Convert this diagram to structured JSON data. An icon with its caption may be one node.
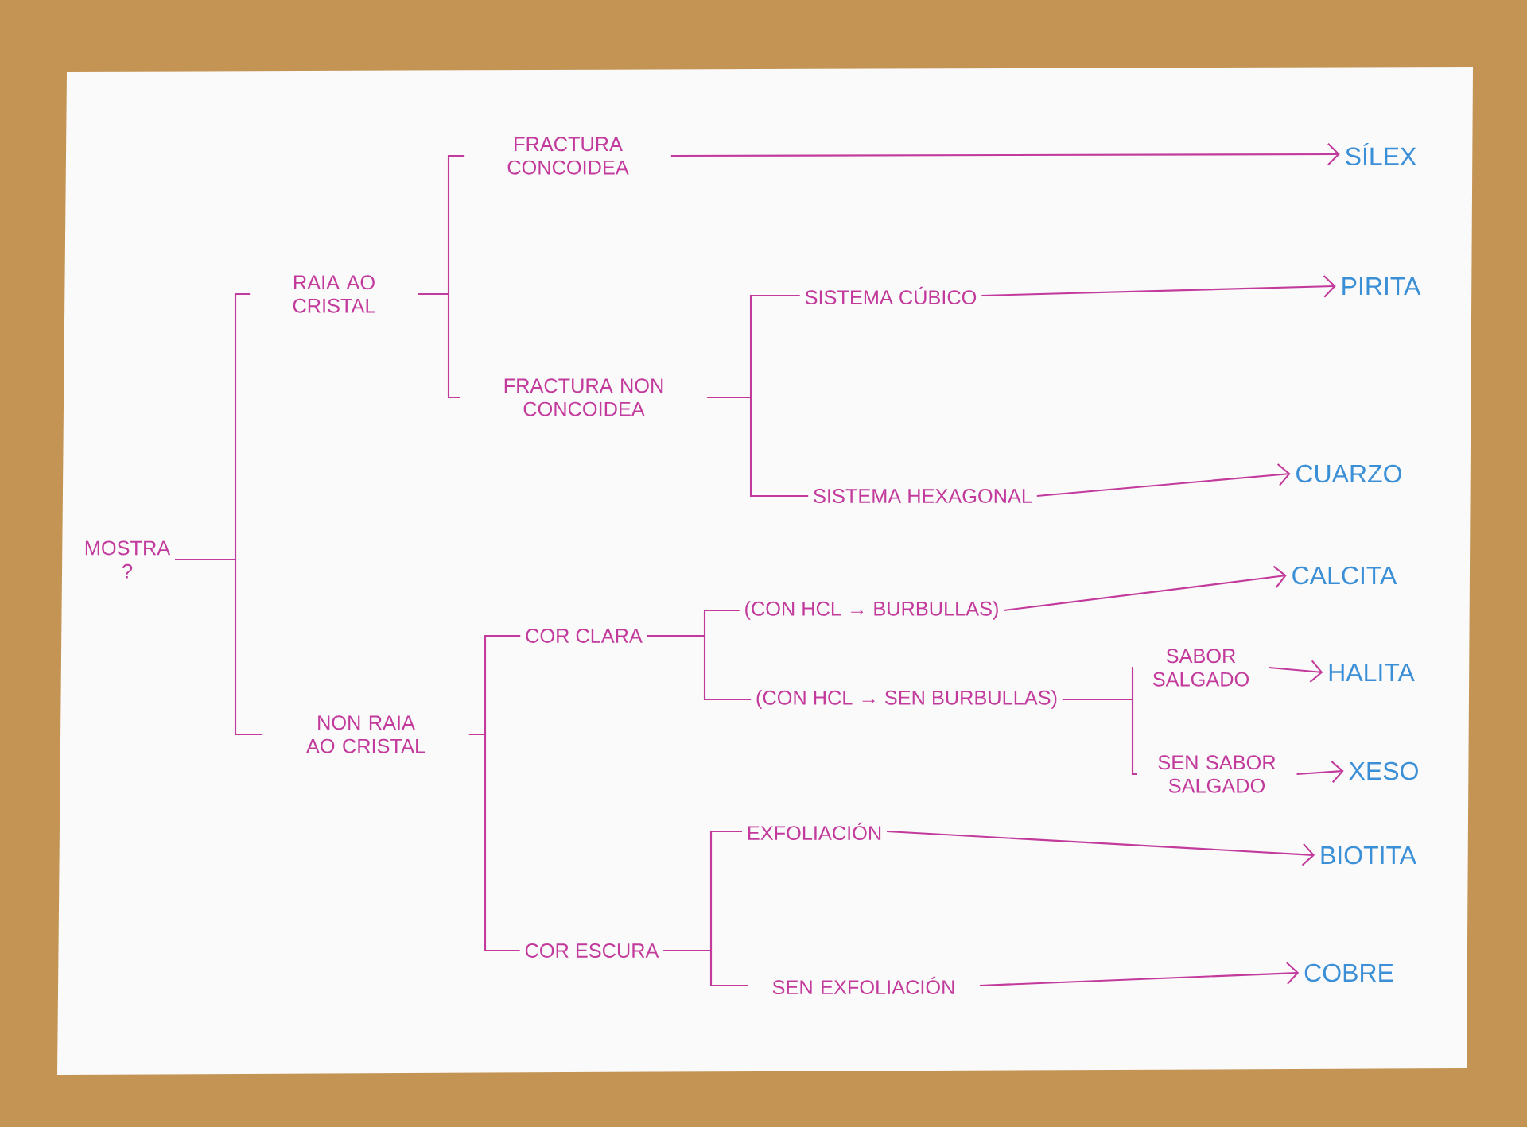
{
  "diagram": {
    "nodes": [
      {
        "text": [
          "MOSTRA",
          "?"
        ]
      },
      {
        "text": [
          "RAIA AO CRISTAL"
        ]
      },
      {
        "text": [
          "FRACTURA CONCOIDEA"
        ]
      },
      {
        "text": [
          "SÍLEX"
        ]
      },
      {
        "text": [
          "FRACTURA NON CONCOIDEA"
        ]
      },
      {
        "text": [
          "SISTEMA CÚBICO"
        ]
      },
      {
        "text": [
          "PIRITA"
        ]
      },
      {
        "text": [
          "SISTEMA HEXAGONAL"
        ]
      },
      {
        "text": [
          "CUARZO"
        ]
      },
      {
        "text": [
          "NON RAIA AO CRISTAL"
        ]
      },
      {
        "text": [
          "COR CLARA"
        ]
      },
      {
        "text": [
          "(CON HCL → BURBULLAS)"
        ]
      },
      {
        "text": [
          "CALCITA"
        ]
      },
      {
        "text": [
          "(CON HCL → SEN BURBULLAS)"
        ]
      },
      {
        "text": [
          "SABOR SALGADO"
        ]
      },
      {
        "text": [
          "HALITA"
        ]
      },
      {
        "text": [
          "SEN SABOR SALGADO"
        ]
      },
      {
        "text": [
          "XESO"
        ]
      },
      {
        "text": [
          "COR ESCURA"
        ]
      },
      {
        "text": [
          "EXFOLIACIÓN"
        ]
      },
      {
        "text": [
          "BIOTITA"
        ]
      },
      {
        "text": [
          "SEN EXFOLIACIÓN"
        ]
      },
      {
        "text": [
          "COBRE"
        ]
      }
    ],
    "edges": [
      {
        "from": 0,
        "to": 1,
        "arrow": "none"
      },
      {
        "from": 0,
        "to": 9,
        "arrow": "none"
      },
      {
        "from": 1,
        "to": 2,
        "arrow": "none"
      },
      {
        "from": 1,
        "to": 4,
        "arrow": "none"
      },
      {
        "from": 2,
        "to": 3,
        "arrow": "to"
      },
      {
        "from": 4,
        "to": 5,
        "arrow": "none"
      },
      {
        "from": 4,
        "to": 7,
        "arrow": "none"
      },
      {
        "from": 5,
        "to": 6,
        "arrow": "to"
      },
      {
        "from": 7,
        "to": 8,
        "arrow": "to"
      },
      {
        "from": 9,
        "to": 10,
        "arrow": "none"
      },
      {
        "from": 9,
        "to": 18,
        "arrow": "none"
      },
      {
        "from": 10,
        "to": 11,
        "arrow": "none"
      },
      {
        "from": 10,
        "to": 13,
        "arrow": "none"
      },
      {
        "from": 11,
        "to": 12,
        "arrow": "to"
      },
      {
        "from": 13,
        "to": 14,
        "arrow": "none"
      },
      {
        "from": 13,
        "to": 16,
        "arrow": "none"
      },
      {
        "from": 14,
        "to": 15,
        "arrow": "to"
      },
      {
        "from": 16,
        "to": 17,
        "arrow": "to"
      },
      {
        "from": 18,
        "to": 19,
        "arrow": "none"
      },
      {
        "from": 18,
        "to": 21,
        "arrow": "none"
      },
      {
        "from": 19,
        "to": 20,
        "arrow": "to"
      },
      {
        "from": 21,
        "to": 22,
        "arrow": "to"
      }
    ]
  }
}
